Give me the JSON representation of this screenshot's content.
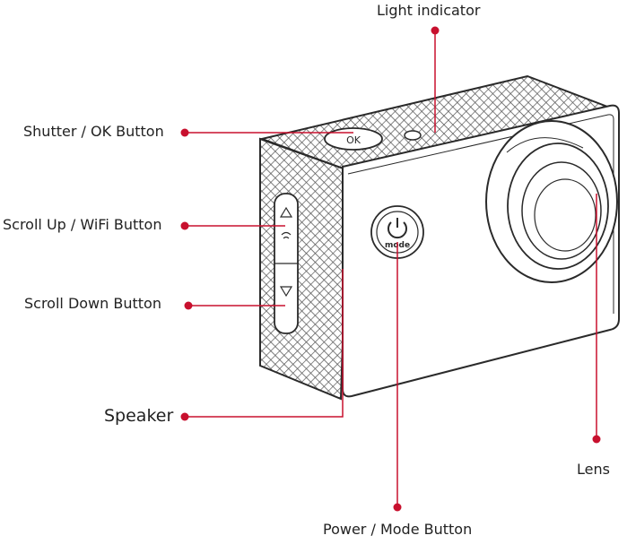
{
  "colors": {
    "accent": "#c8102e",
    "outline": "#2a2a2a",
    "body_fill": "#ffffff",
    "mesh": "#555555",
    "text": "#222222"
  },
  "labels": {
    "light_indicator": "Light indicator",
    "shutter_ok": "Shutter / OK Button",
    "scroll_up_wifi": "Scroll Up / WiFi Button",
    "scroll_down": "Scroll Down Button",
    "speaker": "Speaker",
    "lens": "Lens",
    "power_mode": "Power / Mode Button"
  },
  "camera": {
    "mode_button_text": "mode"
  }
}
